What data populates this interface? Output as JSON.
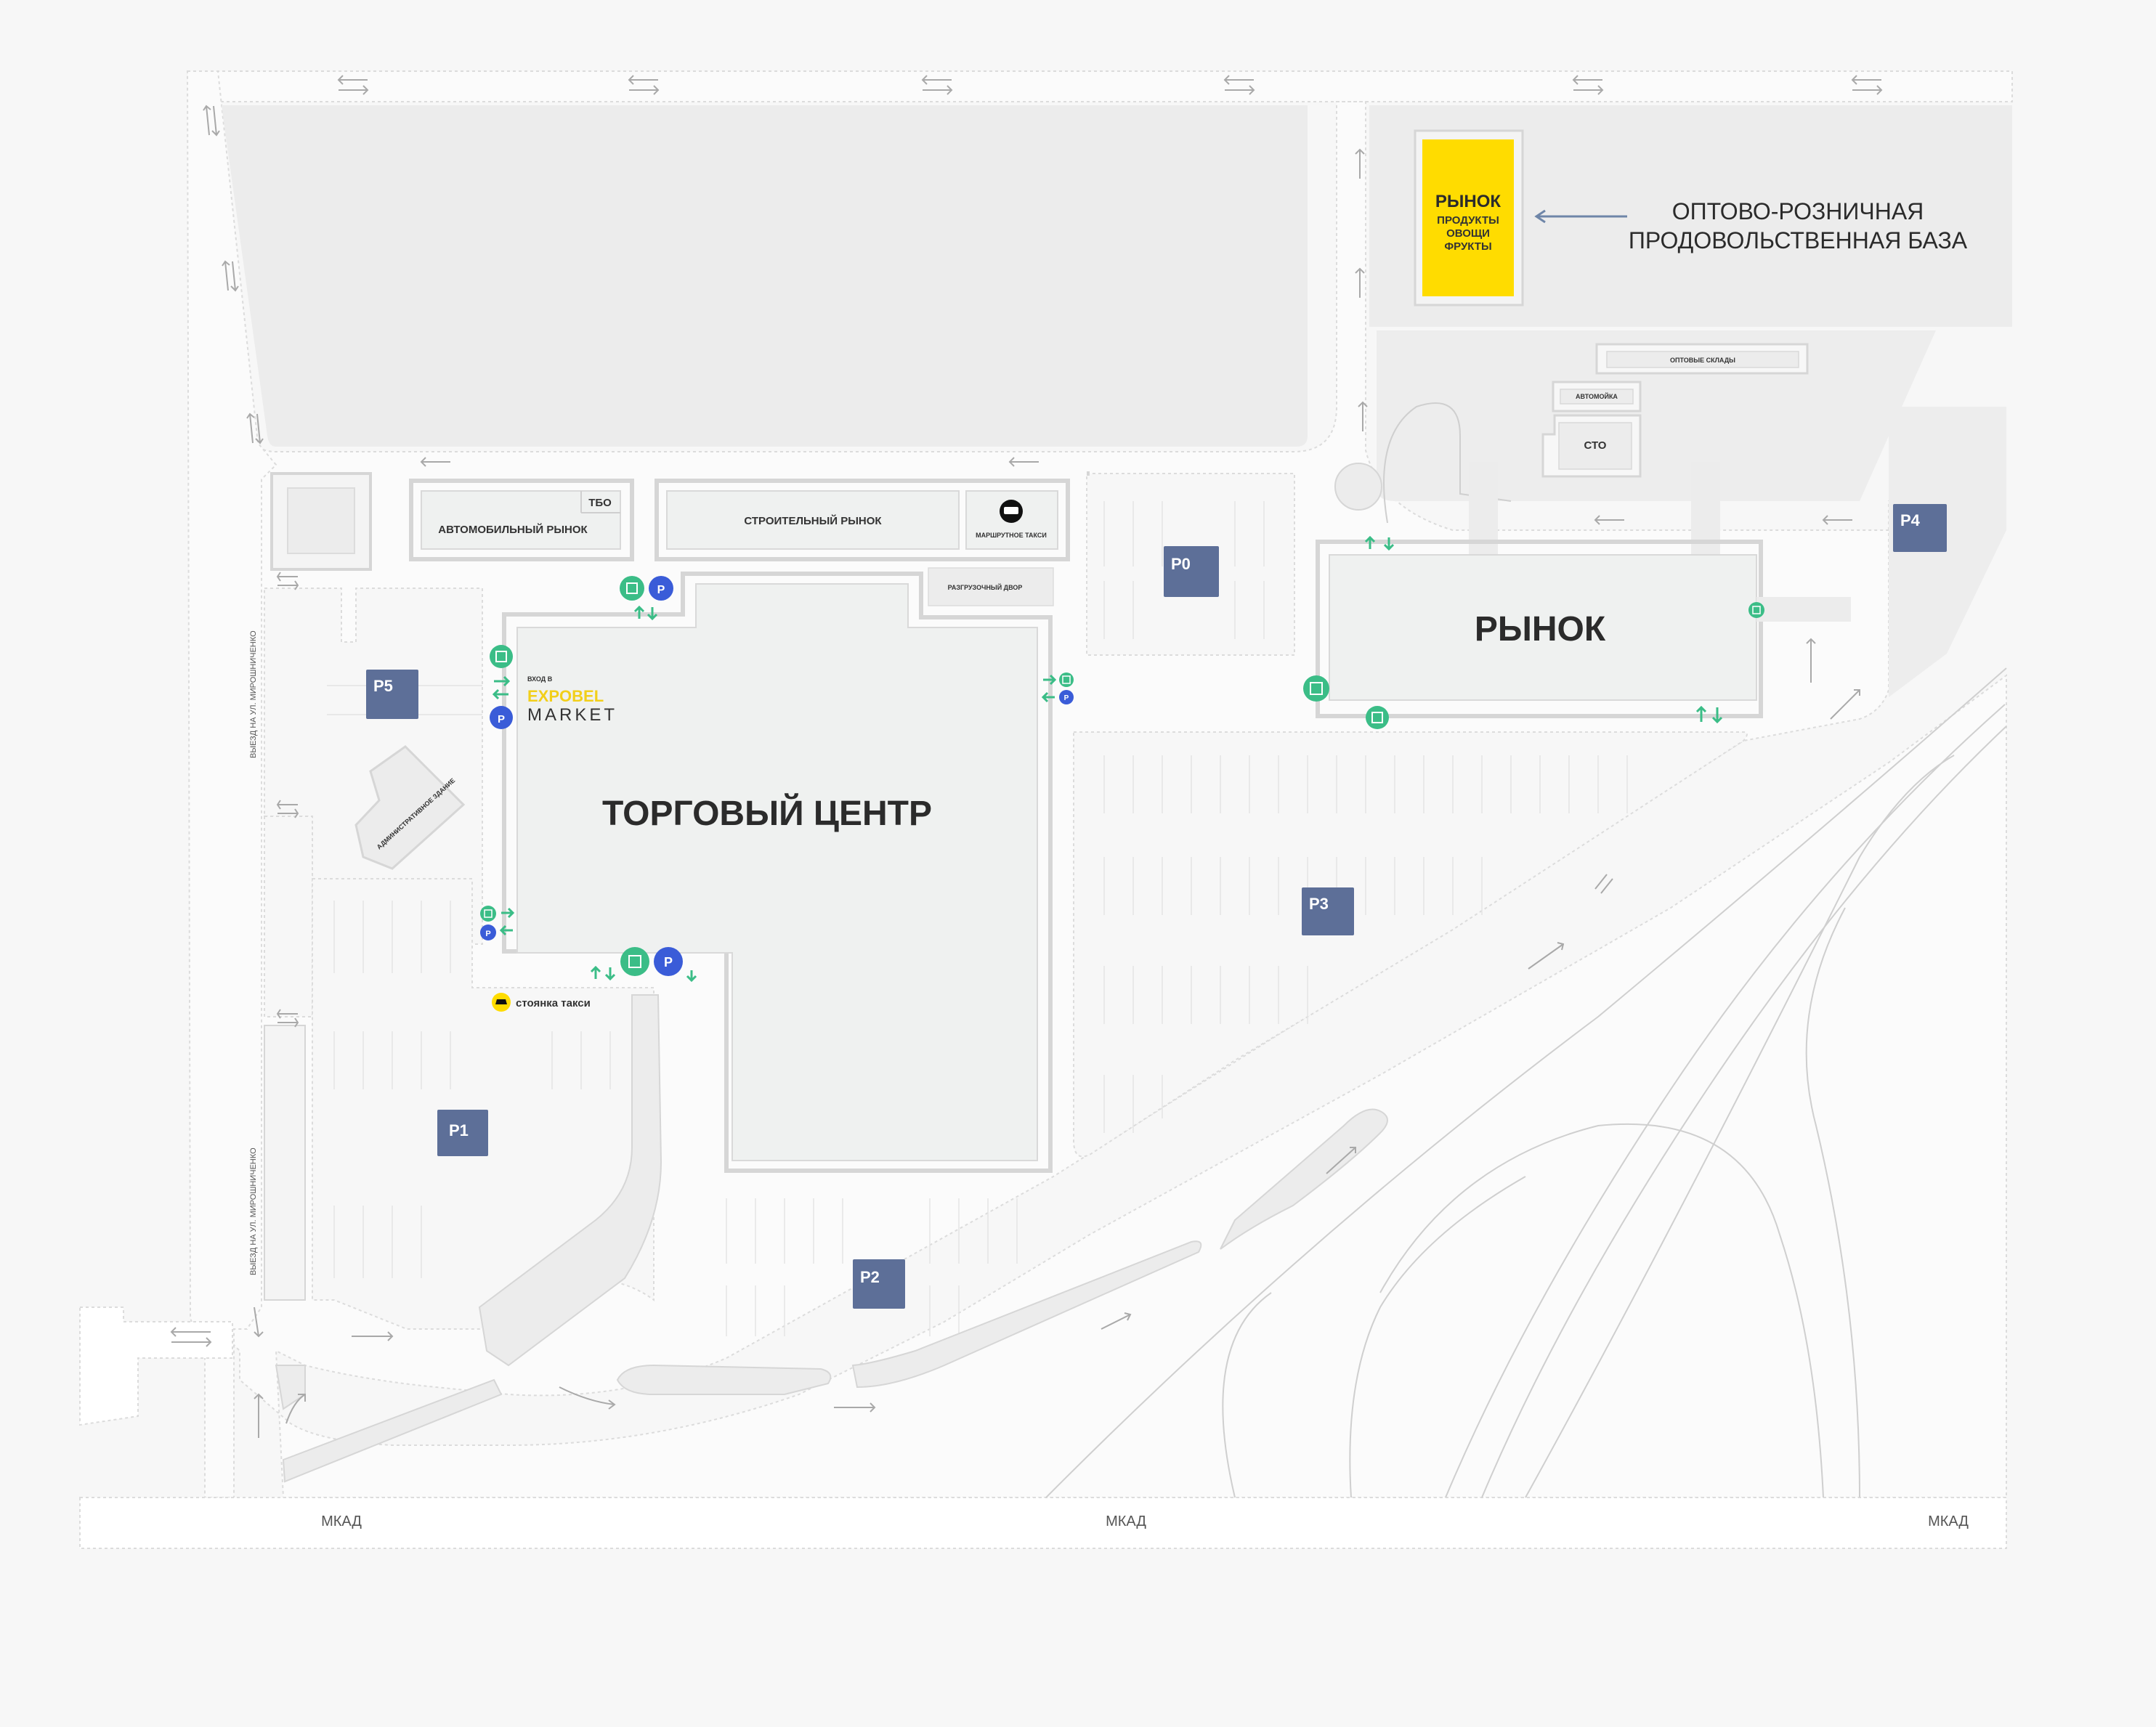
{
  "labels": {
    "market_top_title": "РЫНОК",
    "market_top_sub1": "ПРОДУКТЫ",
    "market_top_sub2": "ОВОЩИ",
    "market_top_sub3": "ФРУКТЫ",
    "wholesale_line1": "ОПТОВО-РОЗНИЧНАЯ",
    "wholesale_line2": "ПРОДОВОЛЬСТВЕННАЯ БАЗА",
    "warehouses": "ОПТОВЫЕ СКЛАДЫ",
    "carwash": "АВТОМОЙКА",
    "service": "СТО",
    "car_market": "АВТОМОБИЛЬНЫЙ РЫНОК",
    "tbo": "ТБО",
    "build_market": "СТРОИТЕЛЬНЫЙ РЫНОК",
    "minibus": "МАРШРУТНОЕ ТАКСИ",
    "unloading": "РАЗГРУЗОЧНЫЙ ДВОР",
    "entrance": "ВХОД В",
    "expobel": "EXPOBEL",
    "market_word": "MARKET",
    "mall": "ТОРГОВЫЙ ЦЕНТР",
    "market_main": "РЫНОК",
    "admin": "АДМИНИСТРАТИВНОЕ ЗДАНИЕ",
    "taxi": "стоянка такси",
    "exit_street": "ВЫЕЗД НА УЛ. МИРОШНИЧЕНКО",
    "mkad": "МКАД"
  },
  "parkings": [
    {
      "id": "p0",
      "label": "P0"
    },
    {
      "id": "p1",
      "label": "P1"
    },
    {
      "id": "p2",
      "label": "P2"
    },
    {
      "id": "p3",
      "label": "P3"
    },
    {
      "id": "p4",
      "label": "P4"
    },
    {
      "id": "p5",
      "label": "P5"
    }
  ],
  "colors": {
    "parking": "#5d6f98",
    "entrance": "#3bbd87",
    "parking_icon": "#3a5cd8",
    "market_highlight": "#ffdc00",
    "expobel": "#f2cf1a"
  },
  "icons": [
    "entrance-icon",
    "parking-icon",
    "taxi-icon",
    "minibus-icon",
    "direction-arrow-icon"
  ]
}
